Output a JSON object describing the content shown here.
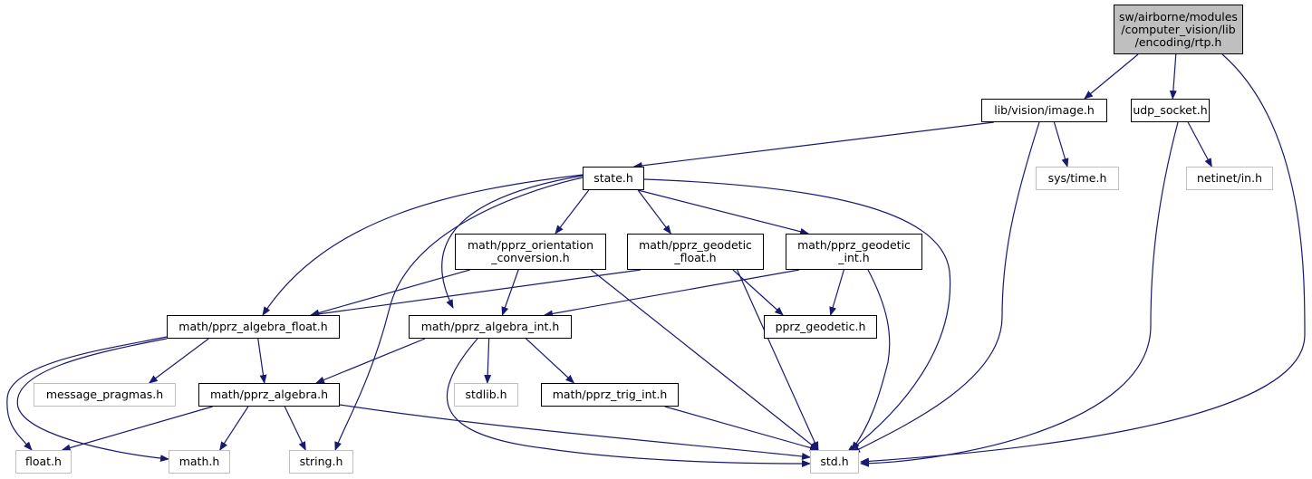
{
  "colors": {
    "edge": "#191970",
    "root_fill": "#bfbfbf",
    "system_border": "#bfbfbf"
  },
  "nodes": {
    "rtp": {
      "label": "sw/airborne/modules\n/computer_vision/lib\n/encoding/rtp.h",
      "kind": "root"
    },
    "image": {
      "label": "lib/vision/image.h",
      "kind": "local"
    },
    "udp": {
      "label": "udp_socket.h",
      "kind": "local"
    },
    "systime": {
      "label": "sys/time.h",
      "kind": "system"
    },
    "netinet": {
      "label": "netinet/in.h",
      "kind": "system"
    },
    "state": {
      "label": "state.h",
      "kind": "local"
    },
    "orient": {
      "label": "math/pprz_orientation\n_conversion.h",
      "kind": "local"
    },
    "geofloat": {
      "label": "math/pprz_geodetic\n_float.h",
      "kind": "local"
    },
    "geoint": {
      "label": "math/pprz_geodetic\n_int.h",
      "kind": "local"
    },
    "algfloat": {
      "label": "math/pprz_algebra_float.h",
      "kind": "local"
    },
    "algint": {
      "label": "math/pprz_algebra_int.h",
      "kind": "local"
    },
    "pprzgeo": {
      "label": "pprz_geodetic.h",
      "kind": "local"
    },
    "msg": {
      "label": "message_pragmas.h",
      "kind": "system"
    },
    "alg": {
      "label": "math/pprz_algebra.h",
      "kind": "local"
    },
    "stdlib": {
      "label": "stdlib.h",
      "kind": "system"
    },
    "trig": {
      "label": "math/pprz_trig_int.h",
      "kind": "local"
    },
    "float": {
      "label": "float.h",
      "kind": "system"
    },
    "math": {
      "label": "math.h",
      "kind": "system"
    },
    "string": {
      "label": "string.h",
      "kind": "system"
    },
    "std": {
      "label": "std.h",
      "kind": "system"
    }
  },
  "edges": [
    [
      "rtp",
      "image"
    ],
    [
      "rtp",
      "udp"
    ],
    [
      "rtp",
      "std"
    ],
    [
      "image",
      "state"
    ],
    [
      "image",
      "std"
    ],
    [
      "image",
      "systime"
    ],
    [
      "udp",
      "std"
    ],
    [
      "udp",
      "netinet"
    ],
    [
      "state",
      "orient"
    ],
    [
      "state",
      "geofloat"
    ],
    [
      "state",
      "geoint"
    ],
    [
      "state",
      "algfloat"
    ],
    [
      "state",
      "algint"
    ],
    [
      "state",
      "string"
    ],
    [
      "state",
      "std"
    ],
    [
      "orient",
      "algfloat"
    ],
    [
      "orient",
      "algint"
    ],
    [
      "orient",
      "std"
    ],
    [
      "geofloat",
      "algfloat"
    ],
    [
      "geofloat",
      "pprzgeo"
    ],
    [
      "geofloat",
      "std"
    ],
    [
      "geoint",
      "algint"
    ],
    [
      "geoint",
      "pprzgeo"
    ],
    [
      "geoint",
      "std"
    ],
    [
      "algfloat",
      "float"
    ],
    [
      "algfloat",
      "math"
    ],
    [
      "algfloat",
      "msg"
    ],
    [
      "algfloat",
      "alg"
    ],
    [
      "algint",
      "alg"
    ],
    [
      "algint",
      "stdlib"
    ],
    [
      "algint",
      "trig"
    ],
    [
      "algint",
      "std"
    ],
    [
      "alg",
      "float"
    ],
    [
      "alg",
      "math"
    ],
    [
      "alg",
      "string"
    ],
    [
      "alg",
      "std"
    ],
    [
      "trig",
      "std"
    ]
  ]
}
